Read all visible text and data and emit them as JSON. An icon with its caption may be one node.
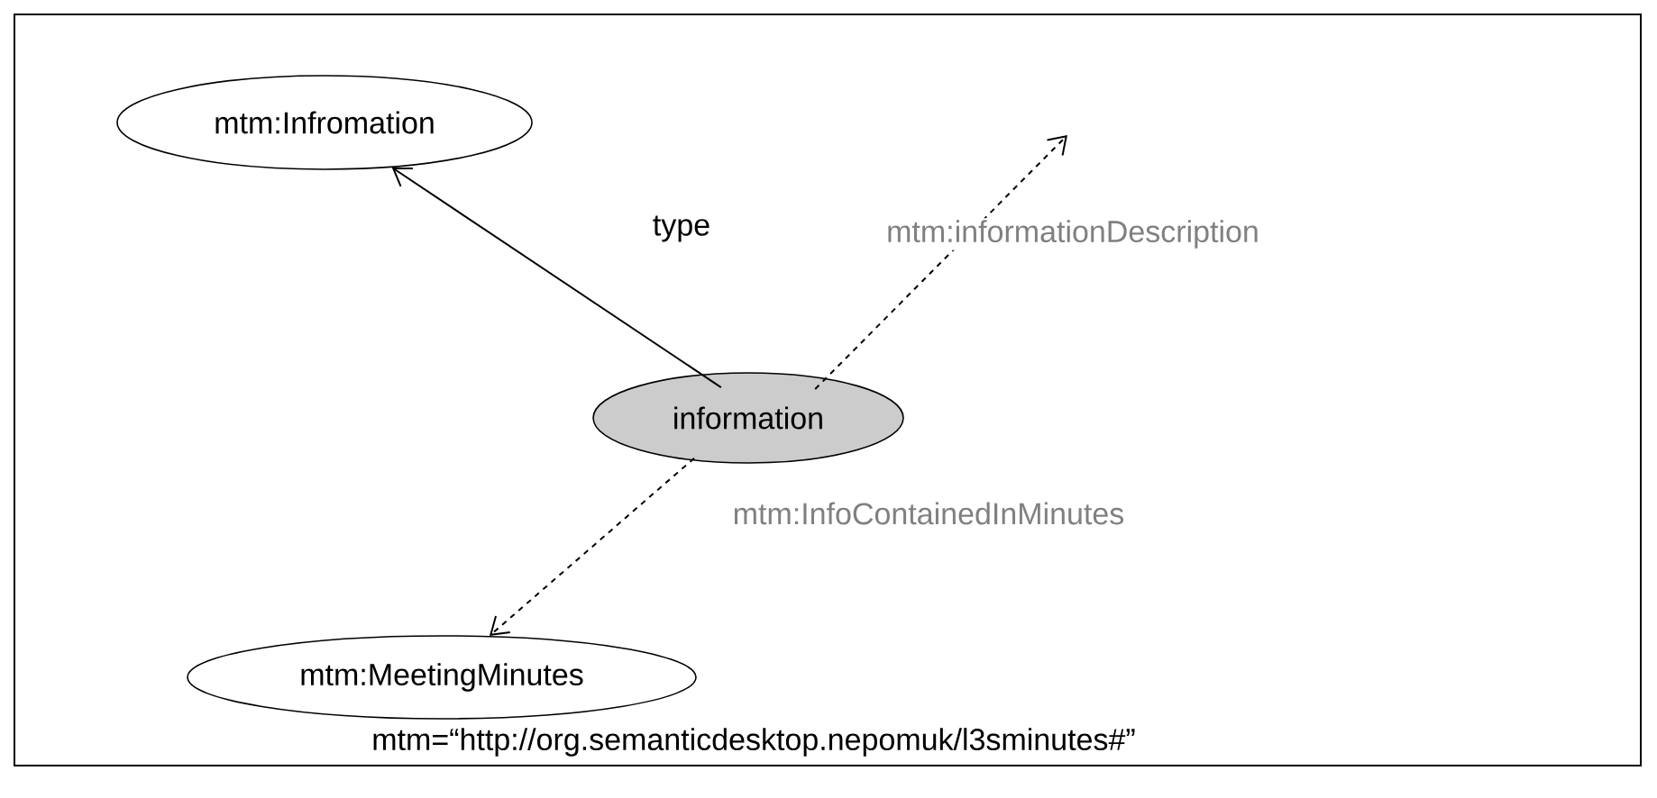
{
  "diagram": {
    "nodes": [
      {
        "text": [
          "mtm:Infromation"
        ]
      },
      {
        "text": [
          "information"
        ]
      },
      {
        "text": [
          "mtm:MeetingMinutes"
        ]
      }
    ],
    "edges": [
      {
        "from": 1,
        "to": 0,
        "arrow": "to",
        "label": "type"
      },
      {
        "from": 1,
        "to": null,
        "arrow": "to",
        "label": "mtm:informationDescription",
        "style": "dashed"
      },
      {
        "from": 1,
        "to": 2,
        "arrow": "to",
        "label": "mtm:InfoContainedInMinutes",
        "style": "dashed"
      }
    ],
    "labels": [
      "mtm=“http://org.semanticdesktop.nepomuk/l3sminutes#”"
    ]
  }
}
